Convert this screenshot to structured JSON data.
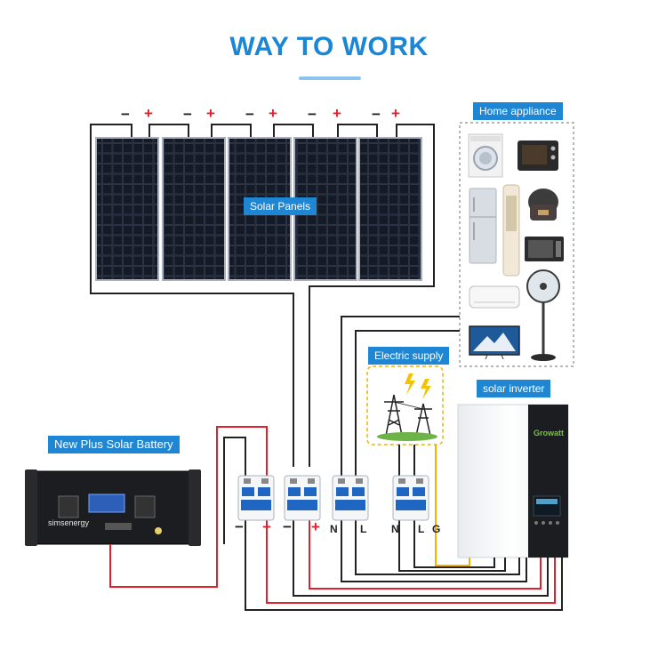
{
  "title": "WAY TO WORK",
  "labels": {
    "solar_panels": "Solar Panels",
    "home_appliance": "Home appliance",
    "electric_supply": "Electric supply",
    "solar_inverter": "solar inverter",
    "battery": "New Plus Solar Battery"
  },
  "panel_polarity": {
    "neg": "−",
    "pos": "+"
  },
  "breaker_terminals": {
    "battery": [
      "−",
      "+"
    ],
    "solar": [
      "−",
      "+"
    ],
    "output": [
      "N",
      "L"
    ],
    "grid": [
      "N",
      "L",
      "G"
    ]
  },
  "brands": {
    "battery": "simsenergy",
    "inverter": "Growatt"
  },
  "colors": {
    "accent": "#1f86d4",
    "title": "#1a86d6",
    "red_wire": "#e0202a",
    "black_wire": "#222222",
    "ground_wire": "#f0b400"
  }
}
